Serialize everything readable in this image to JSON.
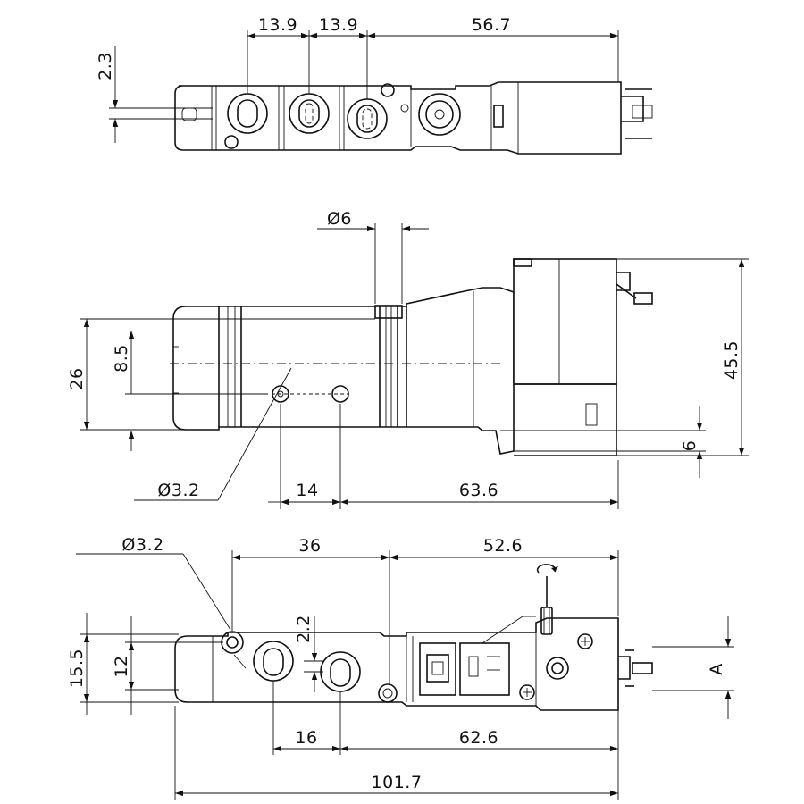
{
  "drawing": {
    "top_view": {
      "dims": {
        "pitch_1": "13.9",
        "pitch_2": "13.9",
        "length_right": "56.7",
        "offset_left": "2.3"
      }
    },
    "side_view": {
      "dims": {
        "port_dia": "Ø6",
        "height_body": "26",
        "height_center": "8.5",
        "height_total": "45.5",
        "bottom_offset": "6",
        "hole_dia": "Ø3.2",
        "hole_pitch": "14",
        "length_right": "63.6"
      }
    },
    "bottom_view": {
      "dims": {
        "hole_dia": "Ø3.2",
        "span_mid": "36",
        "span_right": "52.6",
        "offset_small": "2.2",
        "width_outer": "15.5",
        "width_inner": "12",
        "connector_ref": "A",
        "pitch": "16",
        "length_right": "62.6",
        "overall_length": "101.7"
      }
    }
  }
}
